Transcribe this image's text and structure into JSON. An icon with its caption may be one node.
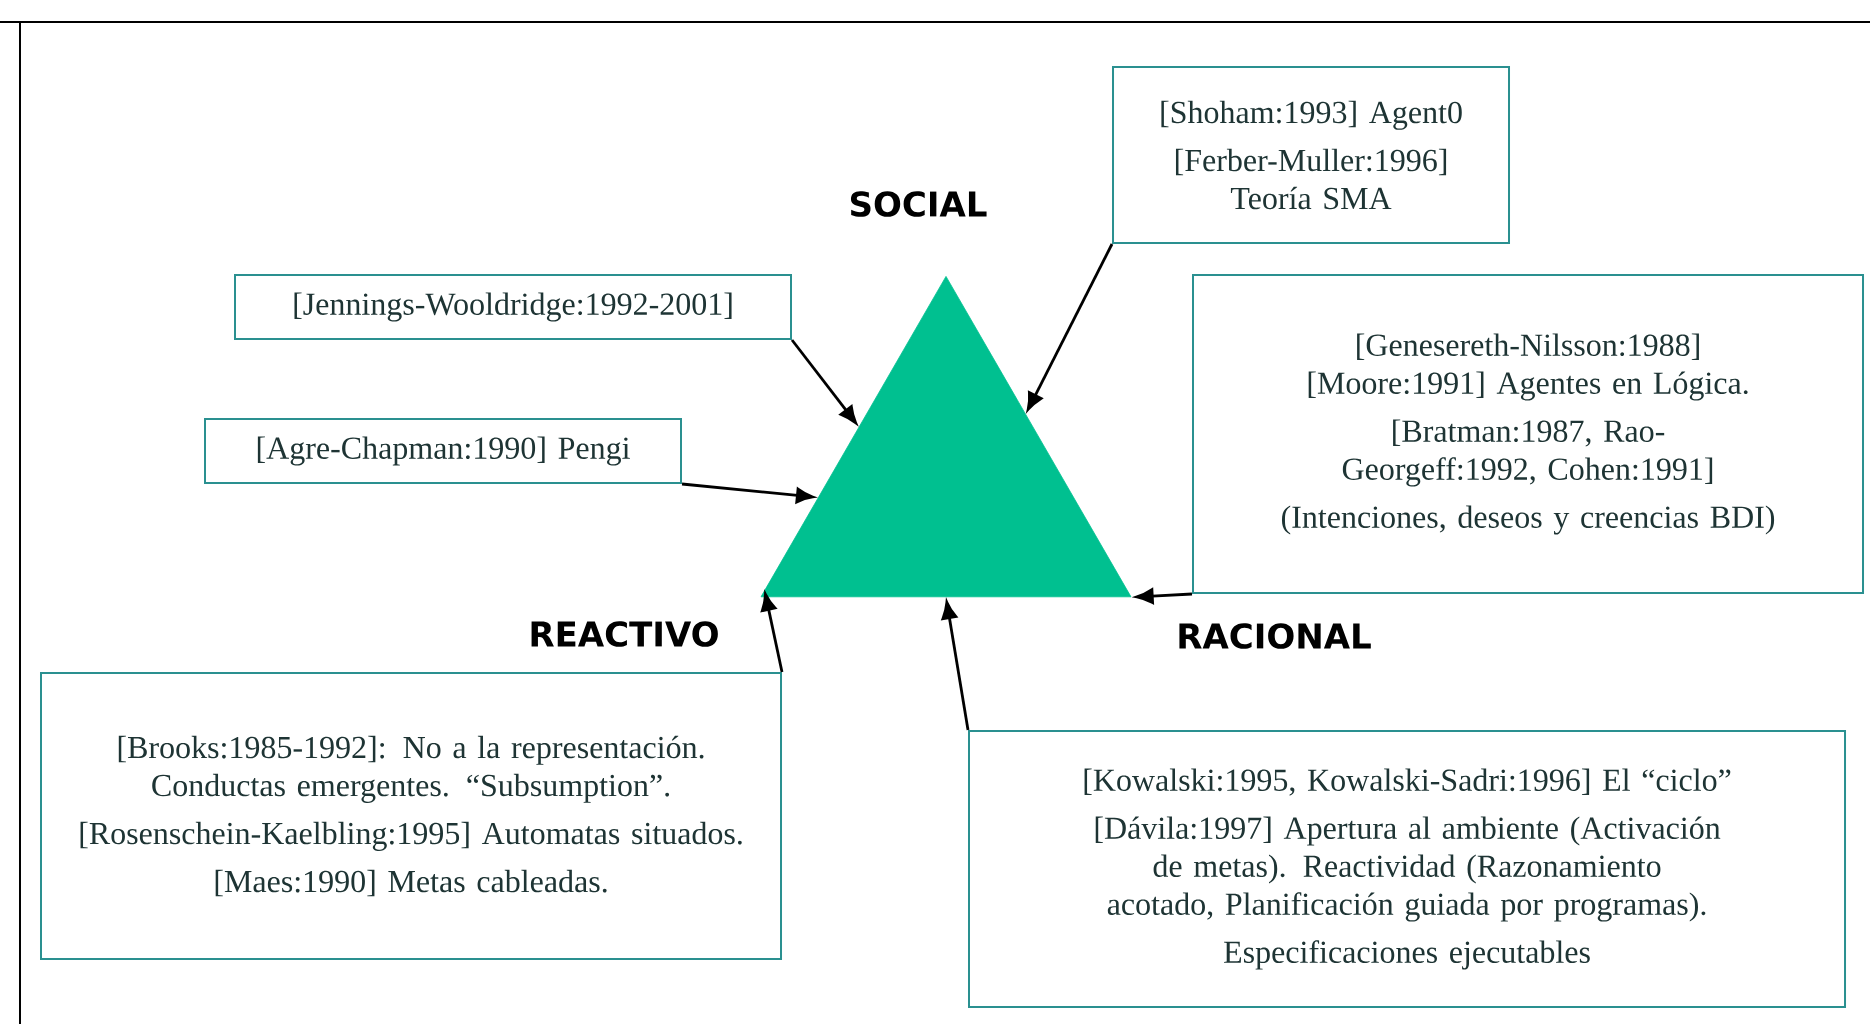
{
  "diagram": {
    "nodes": [
      {
        "text": [],
        "shape": "triangle"
      },
      {
        "text": [
          "[Shoham:1993] Agent0",
          "[Ferber-Muller:1996] Teoría SMA"
        ]
      },
      {
        "text": [
          "[Jennings-Wooldridge:1992-2001]"
        ]
      },
      {
        "text": [
          "[Genesereth-Nilsson:1988] [Moore:1991] Agentes en Lógica.",
          "[Bratman:1987, Rao-Georgeff:1992, Cohen:1991]",
          "(Intenciones, deseos y creencias BDI)"
        ]
      },
      {
        "text": [
          "[Agre-Chapman:1990] Pengi"
        ]
      },
      {
        "text": [
          "[Brooks:1985-1992]: No a la representación. Conductas emergentes. “Subsumption”.",
          "[Rosenschein-Kaelbling:1995] Automatas situados.",
          "[Maes:1990] Metas cableadas."
        ]
      },
      {
        "text": [
          "[Kowalski:1995, Kowalski-Sadri:1996] El “ciclo”",
          "[Dávila:1997] Apertura al ambiente (Activación de metas). Reactividad (Razonamiento acotado, Planificación guiada por programas).",
          "Especificaciones ejecutables"
        ]
      }
    ],
    "edges": [
      {
        "from": 1,
        "to": 0,
        "arrow": "to"
      },
      {
        "from": 2,
        "to": 0,
        "arrow": "to"
      },
      {
        "from": 4,
        "to": 0,
        "arrow": "to"
      },
      {
        "from": 3,
        "to": 0,
        "arrow": "to"
      },
      {
        "from": 5,
        "to": 0,
        "arrow": "to"
      },
      {
        "from": 6,
        "to": 0,
        "arrow": "to"
      }
    ],
    "labels": [
      "SOCIAL",
      "REACTIVO",
      "RACIONAL"
    ]
  }
}
